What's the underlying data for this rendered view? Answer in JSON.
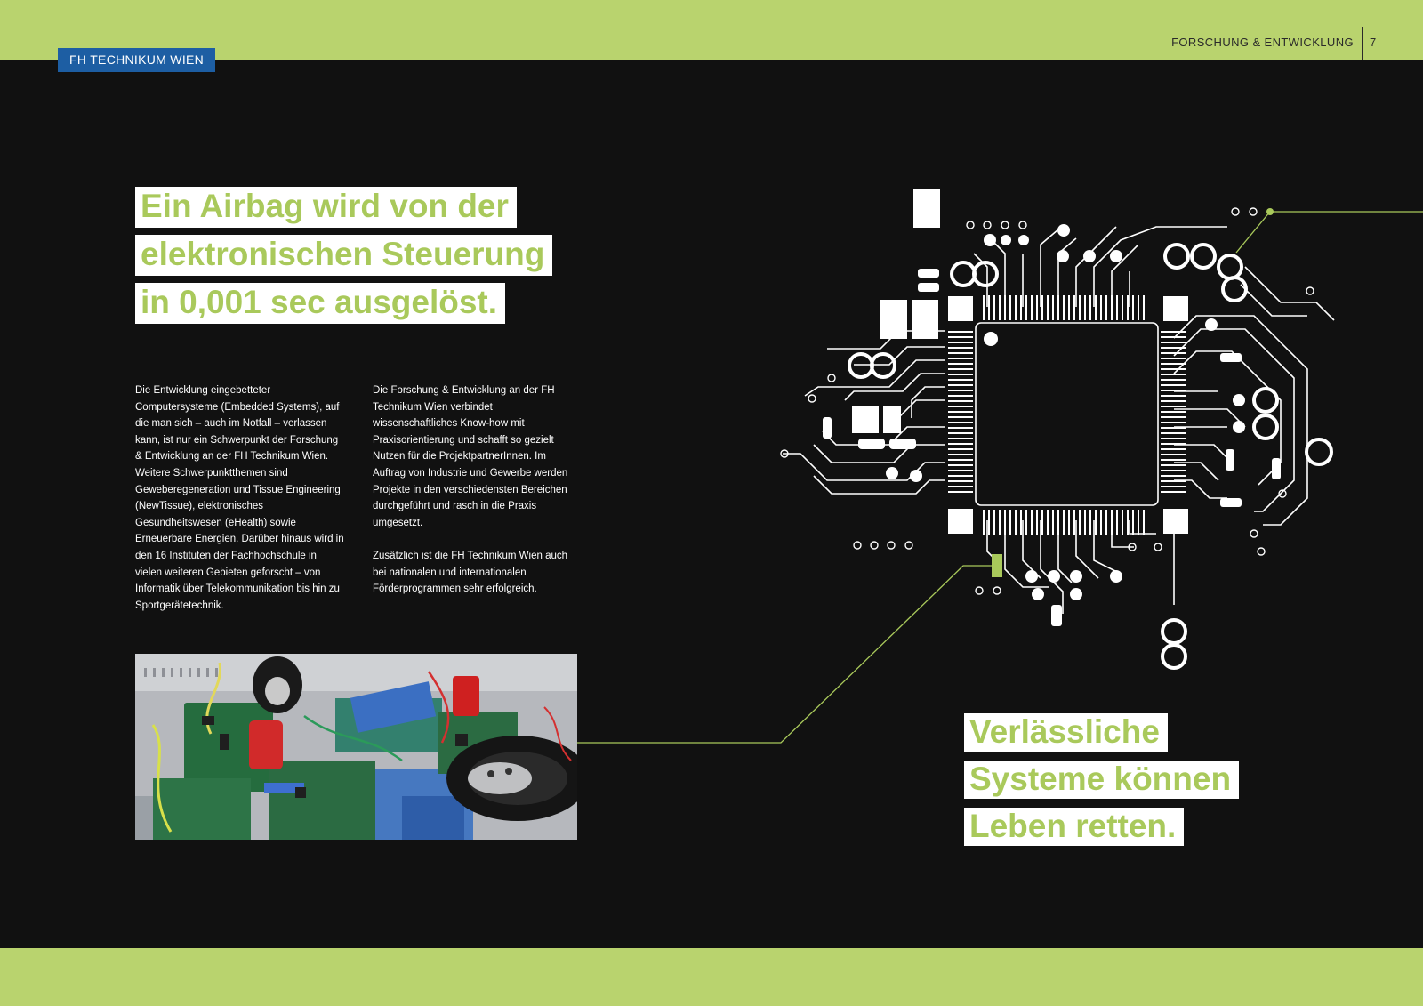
{
  "header": {
    "brand": "FH TECHNIKUM WIEN",
    "section_title": "FORSCHUNG & ENTWICKLUNG",
    "page_number": "7"
  },
  "headline": {
    "line1": "Ein Airbag wird von der",
    "line2": "elektronischen Steuerung",
    "line3": "in 0,001 sec ausgelöst."
  },
  "column1": {
    "text": "Die Entwicklung eingebetteter Computersysteme (Embedded Systems), auf die man sich – auch im Notfall – verlassen kann, ist nur ein Schwerpunkt der Forschung & Entwicklung an der FH Technikum Wien. Weitere Schwerpunktthemen sind Geweberegeneration und Tissue Engineering (NewTissue), elektronisches Gesundheitswesen (eHealth) sowie Erneuerbare Energien. Darüber hinaus wird in den 16 Instituten der Fachhochschule in vielen weiteren Gebieten geforscht – von Informatik über Telekommunikation bis hin zu Sportgerätetechnik."
  },
  "column2": {
    "para1": "Die Forschung & Entwicklung an der FH Technikum Wien verbindet wissenschaftliches Know-how mit Praxisorientierung und schafft so gezielt Nutzen für die ProjektpartnerInnen. Im Auftrag von Industrie und Gewerbe werden Projekte in den verschiedensten Bereichen durchgeführt und rasch in die Praxis umgesetzt.",
    "para2": "Zusätzlich ist die FH Technikum Wien auch bei nationalen und internationalen Förderprogrammen sehr erfolgreich."
  },
  "callout": {
    "line1": "Verlässliche",
    "line2": "Systeme können",
    "line3": "Leben retten."
  },
  "colors": {
    "accent_green": "#b9d36e",
    "headline_green": "#a9c95b",
    "brand_blue": "#1d5ea3",
    "background": "#111111"
  }
}
